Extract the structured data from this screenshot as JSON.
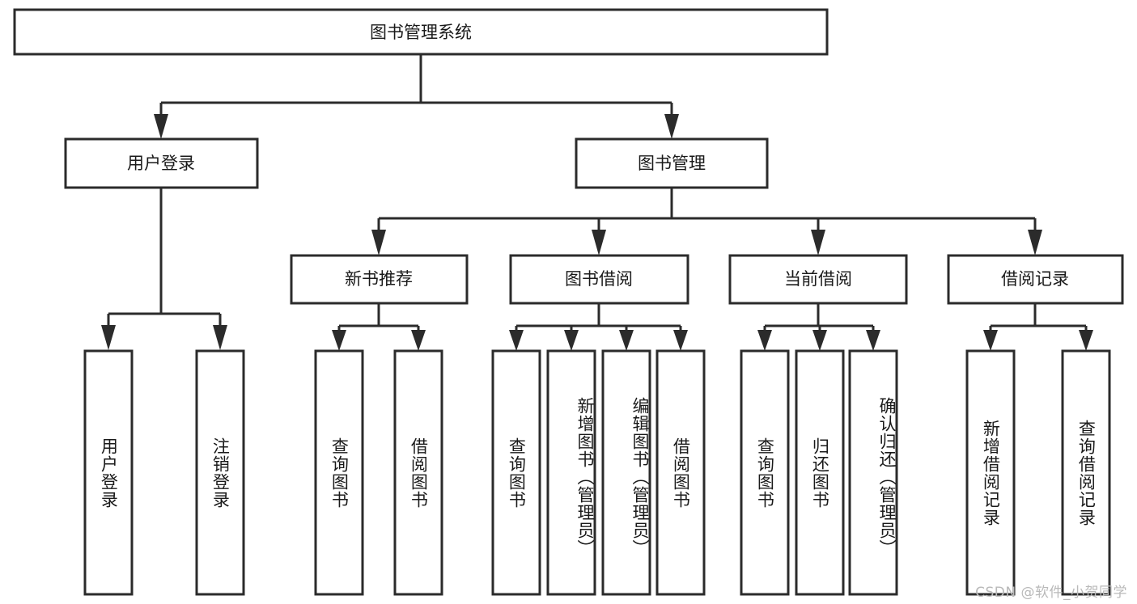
{
  "diagram": {
    "title": "图书管理系统",
    "type": "tree",
    "orientation": "top-down",
    "root": {
      "id": "root",
      "label": "图书管理系统",
      "text_orientation": "horizontal"
    },
    "level1": [
      {
        "id": "user-login",
        "label": "用户登录",
        "text_orientation": "horizontal"
      },
      {
        "id": "book-manage",
        "label": "图书管理",
        "text_orientation": "horizontal"
      }
    ],
    "level2": [
      {
        "id": "new-book-recommend",
        "label": "新书推荐",
        "parent": "book-manage",
        "text_orientation": "horizontal"
      },
      {
        "id": "book-borrow",
        "label": "图书借阅",
        "parent": "book-manage",
        "text_orientation": "horizontal"
      },
      {
        "id": "current-borrow",
        "label": "当前借阅",
        "parent": "book-manage",
        "text_orientation": "horizontal"
      },
      {
        "id": "borrow-record",
        "label": "借阅记录",
        "parent": "book-manage",
        "text_orientation": "horizontal"
      }
    ],
    "leaves": [
      {
        "id": "leaf-user-login",
        "label": "用户登录",
        "parent": "user-login",
        "text_orientation": "vertical"
      },
      {
        "id": "leaf-logout-login",
        "label": "注销登录",
        "parent": "user-login",
        "text_orientation": "vertical"
      },
      {
        "id": "leaf-query-book-1",
        "label": "查询图书",
        "parent": "new-book-recommend",
        "text_orientation": "vertical"
      },
      {
        "id": "leaf-borrow-book-1",
        "label": "借阅图书",
        "parent": "new-book-recommend",
        "text_orientation": "vertical"
      },
      {
        "id": "leaf-query-book-2",
        "label": "查询图书",
        "parent": "book-borrow",
        "text_orientation": "vertical"
      },
      {
        "id": "leaf-add-book",
        "label": "新增图书（管理员）",
        "parent": "book-borrow",
        "text_orientation": "vertical"
      },
      {
        "id": "leaf-edit-book",
        "label": "编辑图书（管理员）",
        "parent": "book-borrow",
        "text_orientation": "vertical"
      },
      {
        "id": "leaf-borrow-book-2",
        "label": "借阅图书",
        "parent": "book-borrow",
        "text_orientation": "vertical"
      },
      {
        "id": "leaf-query-book-3",
        "label": "查询图书",
        "parent": "current-borrow",
        "text_orientation": "vertical"
      },
      {
        "id": "leaf-return-book",
        "label": "归还图书",
        "parent": "current-borrow",
        "text_orientation": "vertical"
      },
      {
        "id": "leaf-confirm-return",
        "label": "确认归还（管理员）",
        "parent": "current-borrow",
        "text_orientation": "vertical"
      },
      {
        "id": "leaf-add-record",
        "label": "新增借阅记录",
        "parent": "borrow-record",
        "text_orientation": "vertical"
      },
      {
        "id": "leaf-query-record",
        "label": "查询借阅记录",
        "parent": "borrow-record",
        "text_orientation": "vertical"
      }
    ],
    "colors": {
      "background": "#ffffff",
      "node_fill": "#ffffff",
      "node_stroke": "#2b2b2b",
      "connector": "#2b2b2b",
      "text": "#1a1a1a",
      "watermark": "#b9b9b9"
    }
  },
  "watermark": {
    "text": "CSDN @软件_小贺同学"
  }
}
